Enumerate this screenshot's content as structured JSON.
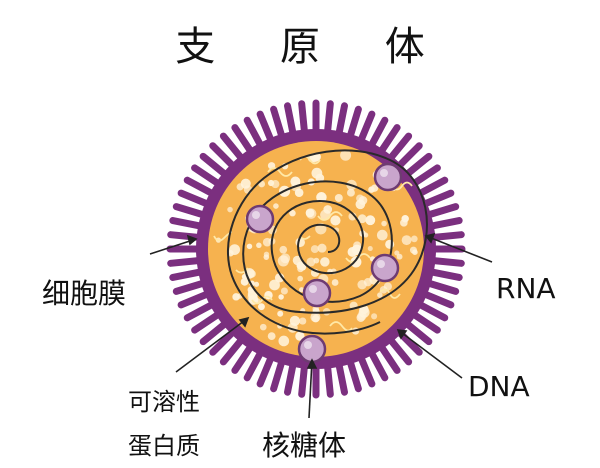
{
  "title": "支 原 体",
  "labels": {
    "membrane": "细胞膜",
    "rna": "RNA",
    "soluble_line1": "可溶性",
    "soluble_line2": "蛋白质",
    "dna": "DNA",
    "ribosome": "核糖体"
  },
  "colors": {
    "membrane": "#7b2f7f",
    "membrane_dark": "#5e1f63",
    "cytoplasm": "#f6b24f",
    "granule": "#fff3dc",
    "ribosome": "#c9a5cc",
    "ribosome_edge": "#6e3b72",
    "dna": "#2a2a2a",
    "rna": "#ffe9a8"
  }
}
